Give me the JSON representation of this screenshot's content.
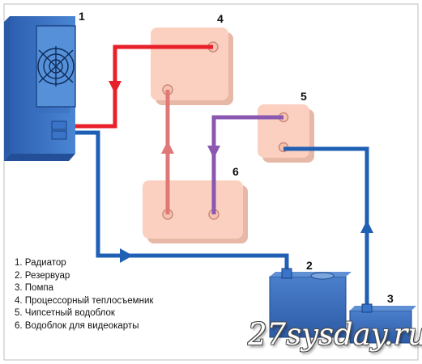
{
  "components": {
    "radiator": {
      "number": "1"
    },
    "reservoir": {
      "number": "2"
    },
    "pump": {
      "number": "3"
    },
    "cpu_block": {
      "number": "4"
    },
    "chipset_block": {
      "number": "5"
    },
    "gpu_block": {
      "number": "6"
    }
  },
  "legend": [
    "1. Радиатор",
    "2. Резервуар",
    "3. Помпа",
    "4. Процессорный теплосъемник",
    "5. Чипсетный водоблок",
    "6. Водоблок для видеокарты"
  ],
  "watermark": "27sysday.ru",
  "colors": {
    "hot_pipe": "#e8202a",
    "cold_pipe": "#1f5fb4",
    "gpu_link_pipe": "#e07878",
    "chipset_link_pipe": "#8a58b0",
    "block_fill": "#fbd0c0",
    "tank_fill": "#3f6fc0",
    "radiator_fill": "#3d76c6"
  }
}
